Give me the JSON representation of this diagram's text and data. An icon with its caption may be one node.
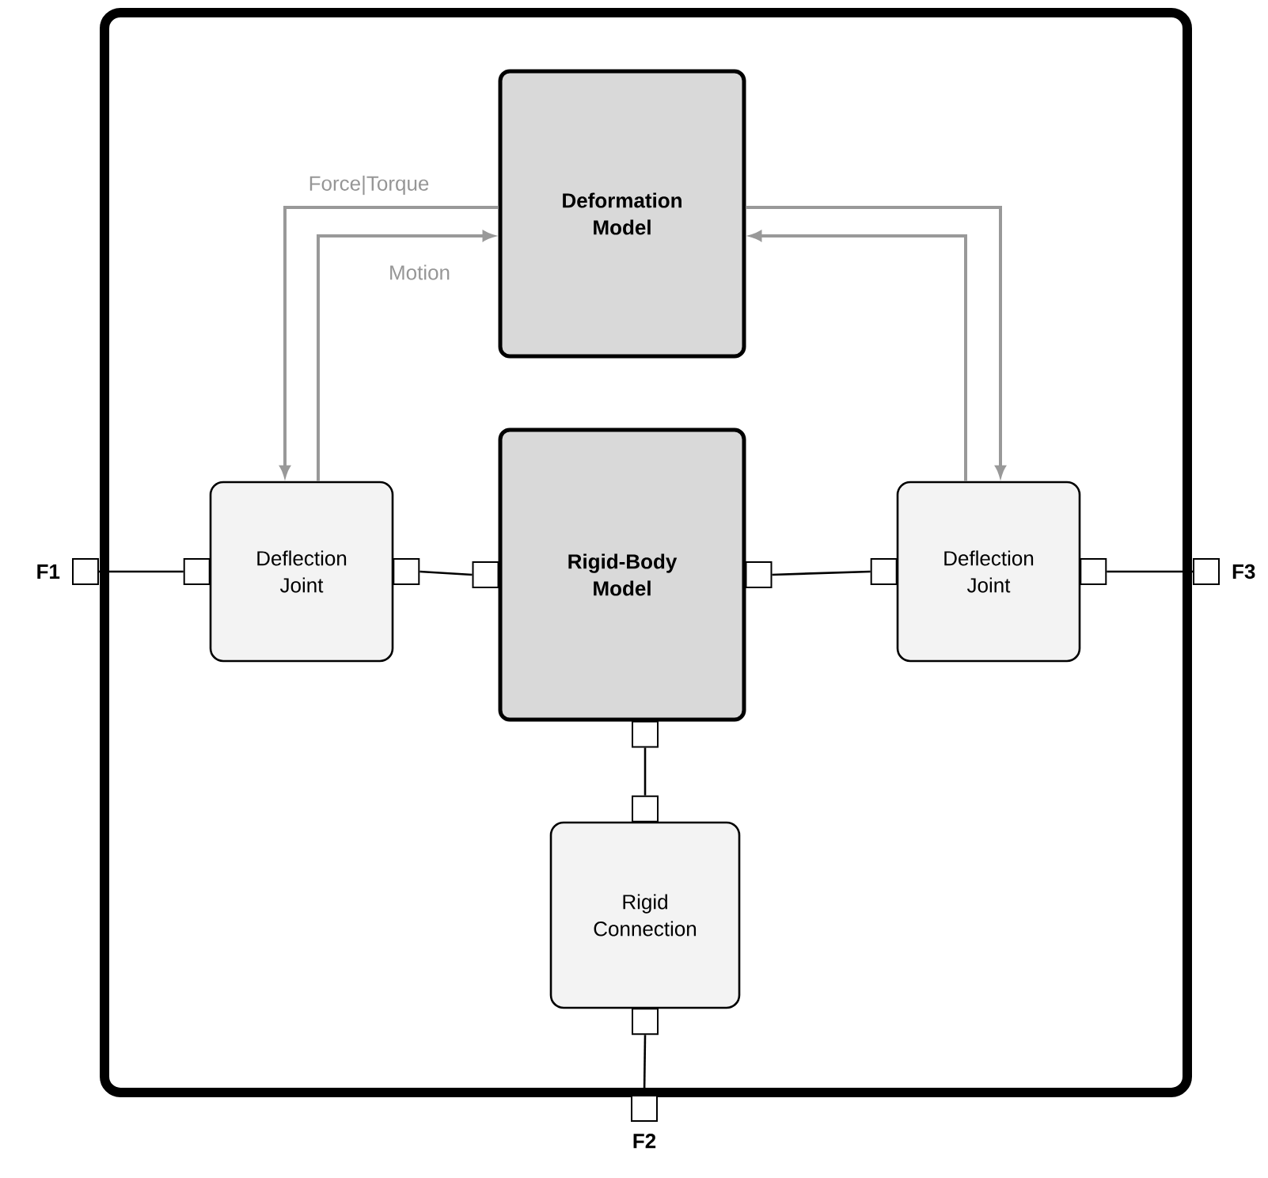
{
  "diagram": {
    "nodes": [
      {
        "text": [],
        "shape": "box"
      },
      {
        "text": [
          "Deformation Model"
        ],
        "in": 0
      },
      {
        "text": [
          "Rigid-Body Model"
        ],
        "in": 0
      },
      {
        "text": [
          "Deflection Joint"
        ],
        "in": 0
      },
      {
        "text": [
          "Deflection Joint"
        ],
        "in": 0
      },
      {
        "text": [
          "Rigid Connection"
        ],
        "in": 0
      },
      {
        "text": [
          "F1"
        ]
      },
      {
        "text": [
          "F3"
        ]
      },
      {
        "text": [
          "F2"
        ]
      }
    ],
    "edges": [
      {
        "from": 6,
        "to": 3,
        "arrow": "none"
      },
      {
        "from": 3,
        "to": 2,
        "arrow": "none"
      },
      {
        "from": 2,
        "to": 4,
        "arrow": "none"
      },
      {
        "from": 4,
        "to": 7,
        "arrow": "none"
      },
      {
        "from": 2,
        "to": 5,
        "arrow": "none"
      },
      {
        "from": 5,
        "to": 8,
        "arrow": "none"
      },
      {
        "from": 1,
        "to": 3,
        "arrow": "to",
        "label": "Force|Torque",
        "color": "#999999"
      },
      {
        "from": 3,
        "to": 1,
        "arrow": "to",
        "label": "Motion",
        "color": "#999999"
      },
      {
        "from": 1,
        "to": 4,
        "arrow": "to",
        "color": "#999999"
      },
      {
        "from": 4,
        "to": 1,
        "arrow": "to",
        "color": "#999999"
      }
    ]
  }
}
